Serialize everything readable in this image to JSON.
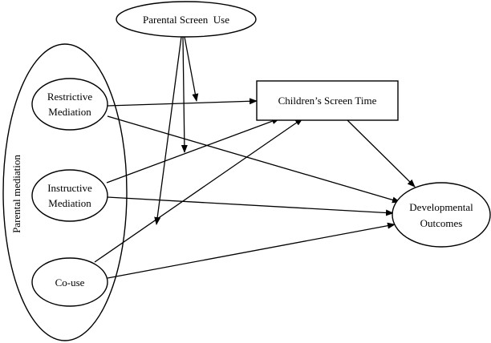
{
  "diagram": {
    "group_label": "Parental mediation",
    "nodes": {
      "parental_screen_use": "Parental Screen  Use",
      "restrictive_line1": "Restrictive",
      "restrictive_line2": "Mediation",
      "instructive_line1": "Instructive",
      "instructive_line2": "Mediation",
      "co_use": "Co-use",
      "childrens_screen_time": "Children’s Screen Time",
      "developmental_line1": "Developmental",
      "developmental_line2": "Outcomes"
    }
  }
}
